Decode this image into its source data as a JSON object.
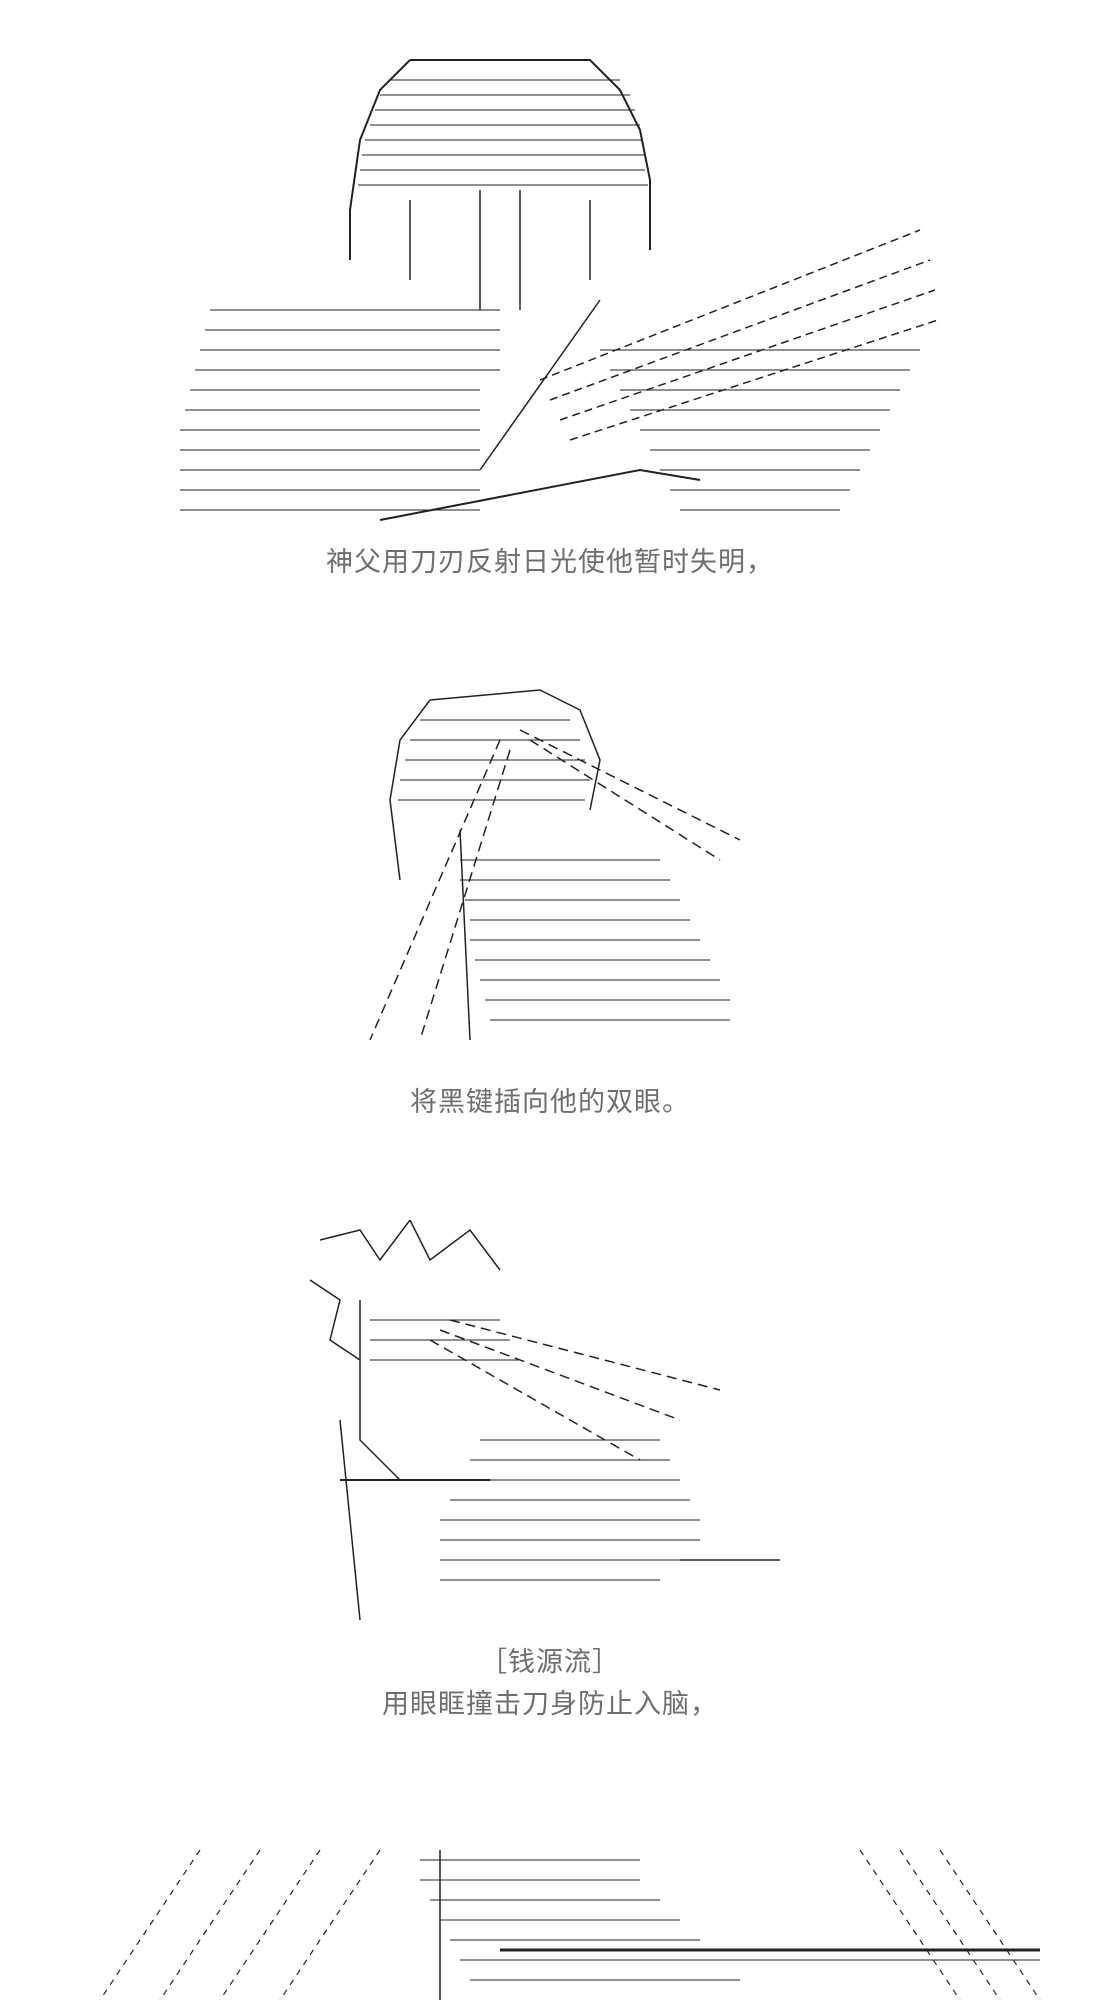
{
  "panels": [
    {
      "art_icon": "priest-blade-reflect-art",
      "caption": "神父用刀刃反射日光使他暂时失明，"
    },
    {
      "art_icon": "black-key-eye-stab-art",
      "caption": "将黑键插向他的双眼。"
    },
    {
      "art_icon": "eye-socket-block-art",
      "title": "［钱源流］",
      "caption": "用眼眶撞击刀身防止入脑，"
    },
    {
      "art_icon": "rain-swordsman-art"
    }
  ],
  "colors": {
    "background": "#ffffff",
    "art_stroke": "#222222",
    "caption_text": "#6e6e6e"
  }
}
